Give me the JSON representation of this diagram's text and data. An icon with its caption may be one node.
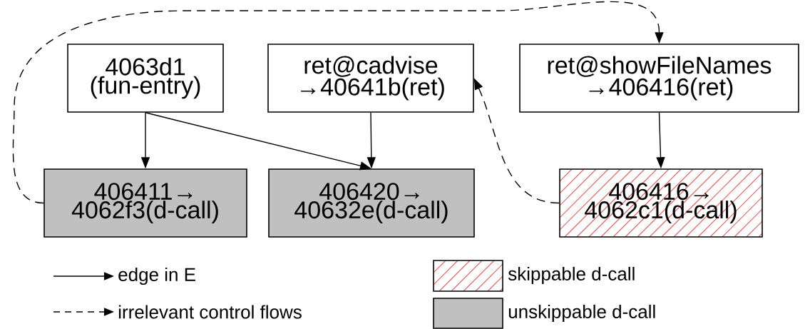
{
  "diagram": {
    "nodes": [
      {
        "text": [
          "4063d1 (fun-entry)"
        ]
      },
      {
        "text": [
          "ret@cadvise →40641b(ret)"
        ]
      },
      {
        "text": [
          "ret@showFileNames →406416(ret)"
        ]
      },
      {
        "text": [
          "406411→ 4062f3(d-call)"
        ]
      },
      {
        "text": [
          "406420→ 40632e(d-call)"
        ]
      },
      {
        "text": [
          "406416→ 4062c1(d-call)"
        ]
      }
    ],
    "edges": [
      {
        "from": 0,
        "to": 3,
        "arrow": "to"
      },
      {
        "from": 0,
        "to": 4,
        "arrow": "to"
      },
      {
        "from": 1,
        "to": 4,
        "arrow": "to"
      },
      {
        "from": 2,
        "to": 5,
        "arrow": "to"
      },
      {
        "from": 3,
        "to": 2,
        "arrow": "to",
        "style": "dashed"
      },
      {
        "from": 5,
        "to": 1,
        "arrow": "to",
        "style": "dashed"
      }
    ],
    "legend": [
      {
        "text": "edge in E"
      },
      {
        "text": "irrelevant control flows"
      },
      {
        "text": "skippable d-call"
      },
      {
        "text": "unskippable d-call",
        "color": "#c0c0c0"
      }
    ]
  }
}
